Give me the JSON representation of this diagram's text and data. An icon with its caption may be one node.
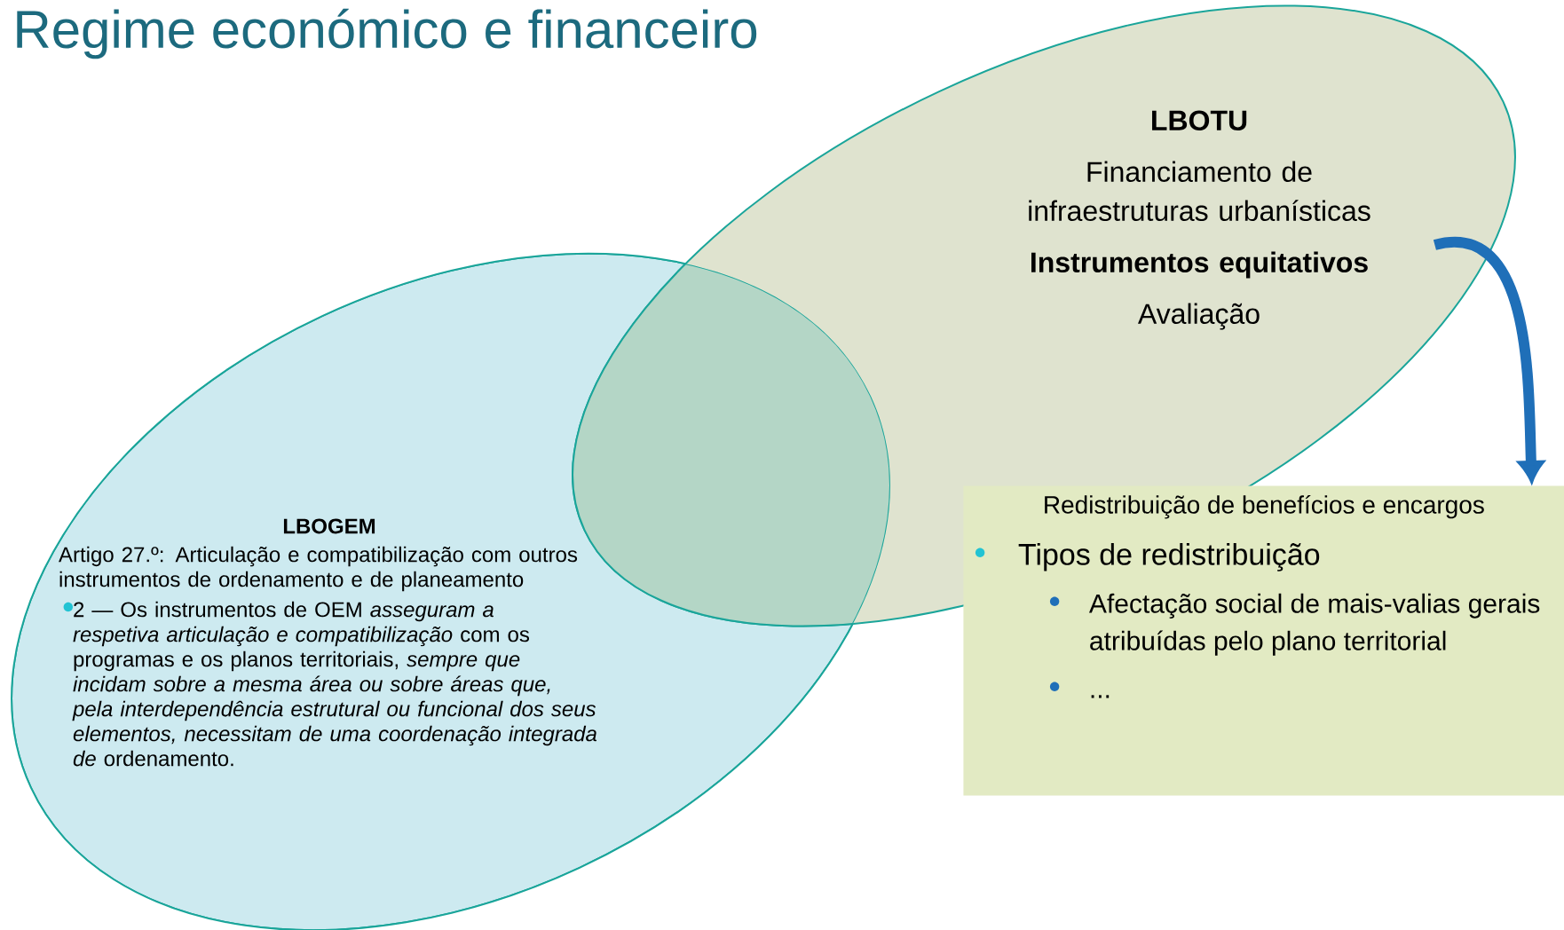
{
  "diagram": {
    "title": "Regime económico e financeiro",
    "nodes": [
      {
        "text": [
          "LBOTU",
          "Financiamento de infraestruturas urbanísticas",
          "Instrumentos equitativos",
          "Avaliação"
        ]
      },
      {
        "text": [
          "LBOGEM",
          "Artigo 27.º:  Articulação e compatibilização com outros instrumentos de ordenamento e de planeamento",
          "2 — Os instrumentos de OEM *asseguram a respetiva articulação e compatibilização* com os programas e os planos territoriais, *sempre que incidam sobre a mesma área ou sobre áreas que, pela interdependência estrutural ou funcional dos seus elementos, necessitam de uma coordenação integrada de* ordenamento."
        ]
      },
      {
        "text": [
          "Redistribuição de benefícios e encargos",
          "Tipos de redistribuição",
          "Afectação social de mais-valias gerais atribuídas pelo plano territorial",
          "..."
        ]
      }
    ],
    "edges": [
      {
        "from": 0,
        "to": 2,
        "arrow": "to"
      }
    ]
  }
}
